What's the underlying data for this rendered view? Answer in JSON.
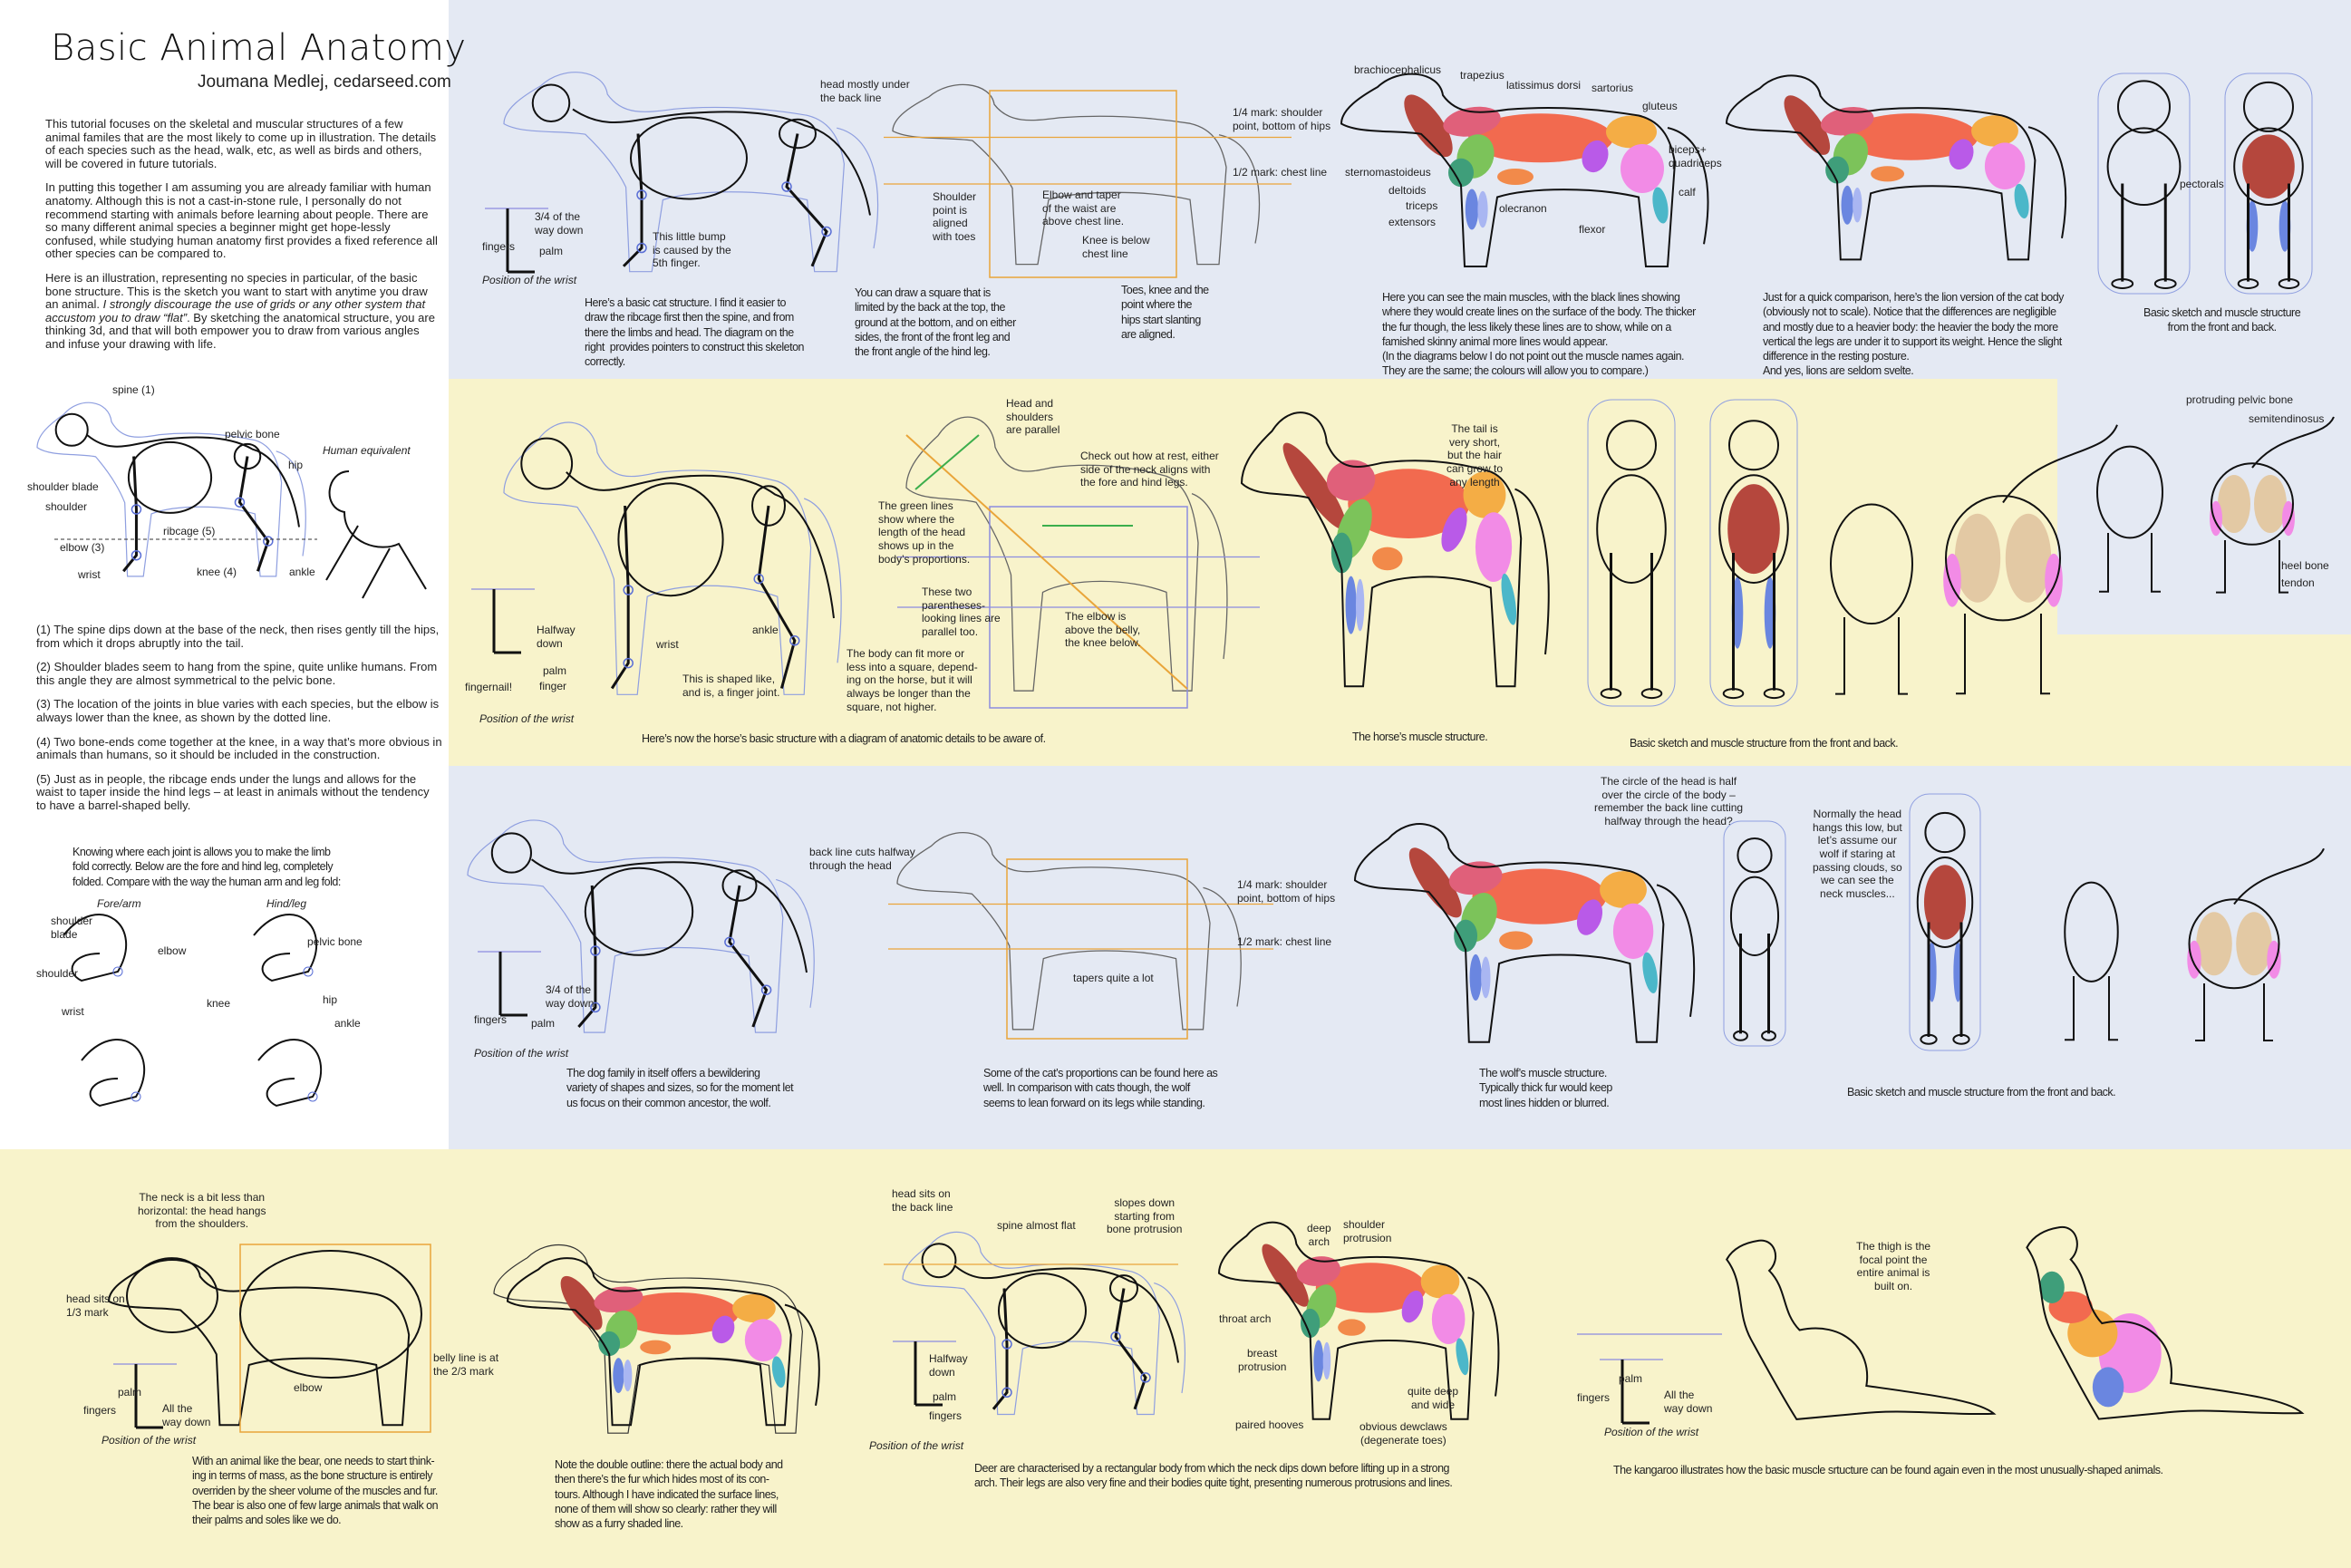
{
  "header": {
    "title": "Basic Animal Anatomy",
    "author": "Joumana Medlej, cedarseed.com"
  },
  "intro": {
    "p1": "This tutorial focuses on the skeletal and muscular structures of a few animal familes that are the most likely to come up in illustration. The details of each species such as the head, walk, etc, as well as birds and others, will be covered in future tutorials.",
    "p2": "In putting this together I am assuming you are already familiar with human anatomy. Although this is not a cast-in-stone rule, I personally do not recommend starting with animals before learning about people. There are so many different animal species a beginner might get hope-lessly confused, while studying human anatomy first provides a fixed reference all other species can be compared to.",
    "p3_start": "Here is an illustration, representing no species in particular, of the basic bone structure. This is the sketch you want to start with anytime you draw an animal. ",
    "p3_italic": "I strongly discourage the use of grids or any other system that accustom you to draw “flat”",
    "p3_end": ". By sketching the anatomical structure, you are thinking 3d, and that will both empower you to draw from various angles and infuse your drawing with life."
  },
  "skeleton_labels": {
    "spine": "spine (1)",
    "pelvic_bone": "pelvic bone",
    "hip": "hip",
    "human_equivalent": "Human equivalent",
    "shoulder_blade": "shoulder blade",
    "shoulder": "shoulder",
    "ribcage": "ribcage (5)",
    "elbow": "elbow (3)",
    "knee": "knee (4)",
    "ankle": "ankle",
    "wrist": "wrist"
  },
  "notes": [
    "(1) The spine dips down at the base of the neck, then rises gently till the hips, from which it drops abruptly into the tail.",
    "(2) Shoulder blades seem to hang from the spine, quite unlike humans. From this angle they are almost symmetrical to the pelvic bone.",
    "(3) The location of the joints in blue varies with each species, but the elbow is always lower than the knee, as shown by the dotted line.",
    "(4) Two bone-ends come together at the knee, in a way that’s more obvious in animals than humans, so it should be included in the construction.",
    "(5) Just as in people, the ribcage ends under the lungs and allows for the waist to taper inside the hind legs – at least in animals without the tendency to have a barrel-shaped belly."
  ],
  "fold": {
    "intro": "Knowing where each joint is allows you to make the limb\nfold correctly. Below are the fore and hind leg, completely\nfolded. Compare with the way the human arm and leg fold:",
    "fore_title": "Fore/arm",
    "hind_title": "Hind/leg",
    "shoulder_blade": "shoulder\nblade",
    "elbow": "elbow",
    "shoulder": "shoulder",
    "wrist": "wrist",
    "pelvic_bone": "pelvic bone",
    "knee": "knee",
    "hip": "hip",
    "ankle": "ankle"
  },
  "cat": {
    "three_quarter": "3/4 of the\nway down",
    "fingers": "fingers",
    "palm": "palm",
    "bump": "This little bump\nis caused by the\n5th finger.",
    "wrist_position": "Position of the wrist",
    "caption_skeleton": "Here’s a basic cat structure. I find it easier to\ndraw the ribcage first then the spine, and from\nthere the limbs and head. The diagram on the\nright  provides pointers to construct this skeleton\ncorrectly.",
    "head_under": "head mostly under\nthe back line",
    "shoulder_point": "Shoulder\npoint is\naligned\nwith toes",
    "elbow_taper": "Elbow and taper\nof the waist are\nabove chest line.",
    "knee_below": "Knee is below\nchest line",
    "quarter_mark": "1/4 mark: shoulder\npoint, bottom of hips",
    "half_mark": "1/2 mark: chest line",
    "square_note": "You can draw a square that is\nlimited by the back at the top, the\nground at the bottom, and on either\nsides, the front of the front leg and\nthe front angle of the hind leg.",
    "toes_note": "Toes, knee and the\npoint where the\nhips start slanting\nare aligned.",
    "muscles": {
      "brachiocephalicus": "brachiocephalicus",
      "trapezius": "trapezius",
      "latissimus": "latissimus dorsi",
      "sartorius": "sartorius",
      "gluteus": "gluteus",
      "biceps": "biceps+\nquadriceps",
      "calf": "calf",
      "sternomastoideus": "sternomastoideus",
      "deltoids": "deltoids",
      "triceps": "triceps",
      "extensors": "extensors",
      "olecranon": "olecranon",
      "flexor": "flexor"
    },
    "caption_muscle": "Here you can see the main muscles, with the black lines showing\nwhere they would create lines on the surface of the body. The thicker\nthe fur though, the less likely these lines are to show, while on a\nfamished skinny animal more lines would appear.\n(In the diagrams below I do not point out the muscle names again.\nThey are the same; the colours will allow you to compare.)",
    "caption_lion": "Just for a quick comparison, here’s the lion version of the cat body\n(obviously not to scale). Notice that the differences are negligible\nand mostly due to a heavier body: the heavier the body the more\nvertical the legs are under it to support its weight. Hence the slight\ndifference in the resting posture.\nAnd yes, lions are seldom svelte.",
    "pectorals": "pectorals",
    "caption_front_back": "Basic sketch and muscle structure\nfrom the front and back.",
    "back_labels": {
      "pelvic": "protruding pelvic bone",
      "semitendinosus": "semitendinosus",
      "heel": "heel bone",
      "tendon": "tendon"
    }
  },
  "horse": {
    "halfway": "Halfway\ndown",
    "palm": "palm",
    "finger": "finger",
    "fingernail": "fingernail!",
    "wrist_position": "Position of the wrist",
    "wrist": "wrist",
    "ankle": "ankle",
    "finger_joint": "This is shaped like,\nand is, a finger joint.",
    "head_shoulders": "Head and\nshoulders\nare parallel",
    "neck_align": "Check out how at rest, either\nside of the neck aligns with\nthe fore and hind legs.",
    "green_lines": "The green lines\nshow where the\nlength of the head\nshows up in the\nbody’s proportions.",
    "parentheses": "These two\nparentheses-\nlooking lines are\nparallel too.",
    "elbow_belly": "The elbow is\nabove the belly,\nthe knee below.",
    "square_note": "The body can fit more or\nless into a square, depend-\ning on the horse, but it will\nalways be longer than the\nsquare, not higher.",
    "caption_structure": "Here’s now the horse’s basic structure with a diagram of anatomic details to be aware of.",
    "tail_note": "The tail is\nvery short,\nbut the hair\ncan grow to\nany length",
    "caption_muscle": "The horse’s muscle structure.",
    "caption_front_back": "Basic sketch and muscle structure from the front and back."
  },
  "wolf": {
    "back_line": "back line cuts halfway\nthrough the head",
    "quarter_mark": "1/4 mark: shoulder\npoint, bottom of hips",
    "half_mark": "1/2 mark: chest line",
    "tapers": "tapers quite a lot",
    "three_quarter": "3/4 of the\nway down",
    "fingers": "fingers",
    "palm": "palm",
    "wrist_position": "Position of the wrist",
    "caption_skeleton": "The dog family in itself offers a bewildering\nvariety of shapes and sizes, so for the moment let\nus focus on their common ancestor, the wolf.",
    "caption_proportion": "Some of the cat’s proportions can be found here as\nwell. In comparison with cats though, the wolf\nseems to lean forward on its legs while standing.",
    "caption_muscle": "The wolf’s muscle structure.\nTypically thick fur would keep\nmost lines hidden or blurred.",
    "head_circle": "The circle of the head is half\nover the circle of the body –\nremember the back line cutting\nhalfway through the head?",
    "head_low": "Normally the head\nhangs this low, but\nlet’s assume our\nwolf if staring at\npassing clouds, so\nwe can see the\nneck muscles...",
    "caption_front_back": "Basic sketch and muscle structure from the front and back."
  },
  "bear": {
    "neck": "The neck is a bit less than\nhorizontal: the head hangs\nfrom the shoulders.",
    "head_mark": "head sits on\n1/3 mark",
    "belly_line": "belly line is at\nthe 2/3 mark",
    "elbow": "elbow",
    "palm": "palm",
    "fingers": "fingers",
    "all_way": "All the\nway down",
    "wrist_position": "Position of the wrist",
    "caption_structure": "With an animal like the bear, one needs to start think-\ning in terms of mass, as the bone structure is entirely\noverriden by the sheer volume of the muscles and fur.\nThe bear is also one of few large animals that walk on\ntheir palms and soles like we do.",
    "caption_muscle": "Note the double outline: there the actual body and\nthen there’s the fur which hides most of its con-\ntours. Although I have indicated the surface lines,\nnone of them will show so clearly: rather they will\nshow as a furry shaded line."
  },
  "deer": {
    "head_back": "head sits on\nthe back line",
    "spine_flat": "spine almost flat",
    "slopes": "slopes down\nstarting from\nbone protrusion",
    "halfway": "Halfway\ndown",
    "palm": "palm",
    "fingers": "fingers",
    "wrist_position": "Position of the wrist",
    "deep_arch": "deep\narch",
    "shoulder_protrusion": "shoulder\nprotrusion",
    "throat_arch": "throat arch",
    "breast_protrusion": "breast\nprotrusion",
    "deep_wide": "quite deep\nand wide",
    "paired_hooves": "paired hooves",
    "dewclaws": "obvious dewclaws\n(degenerate toes)",
    "caption": "Deer are characterised by a rectangular body from which the neck dips down before lifting up in a strong\narch. Their legs are also very fine and their bodies quite tight, presenting numerous protrusions and lines."
  },
  "kangaroo": {
    "thigh": "The thigh is the\nfocal point the\nentire animal is\nbuilt on.",
    "palm": "palm",
    "fingers": "fingers",
    "all_way": "All the\nway down",
    "wrist_position": "Position of the wrist",
    "caption": "The kangaroo illustrates how the basic muscle srtucture can be found again even in the most unusually-shaped animals."
  },
  "colors": {
    "panel_blue": "#e4e9f3",
    "panel_yellow": "#f8f3cb",
    "joint_blue": "#5a6fd6",
    "guide_orange": "#e9a53a",
    "guide_green": "#3cae4c",
    "guide_purple": "#8c8ce0",
    "label_line_red": "#e04848"
  },
  "muscle_colors": {
    "brachiocephalicus": "#b5473d",
    "trapezius": "#e0607a",
    "latissimus": "#f26a4f",
    "deltoids": "#7cc35a",
    "triceps": "#3f9e7a",
    "gluteus": "#f4ad45",
    "biceps_quadriceps": "#f28be6",
    "calf": "#4bb7c9",
    "extensors": "#6a86e0",
    "flexor": "#a9b6f2",
    "olecranon": "#f28a4a",
    "sartorius": "#b95ae8",
    "sternomastoideus": "#8a5a4e"
  }
}
